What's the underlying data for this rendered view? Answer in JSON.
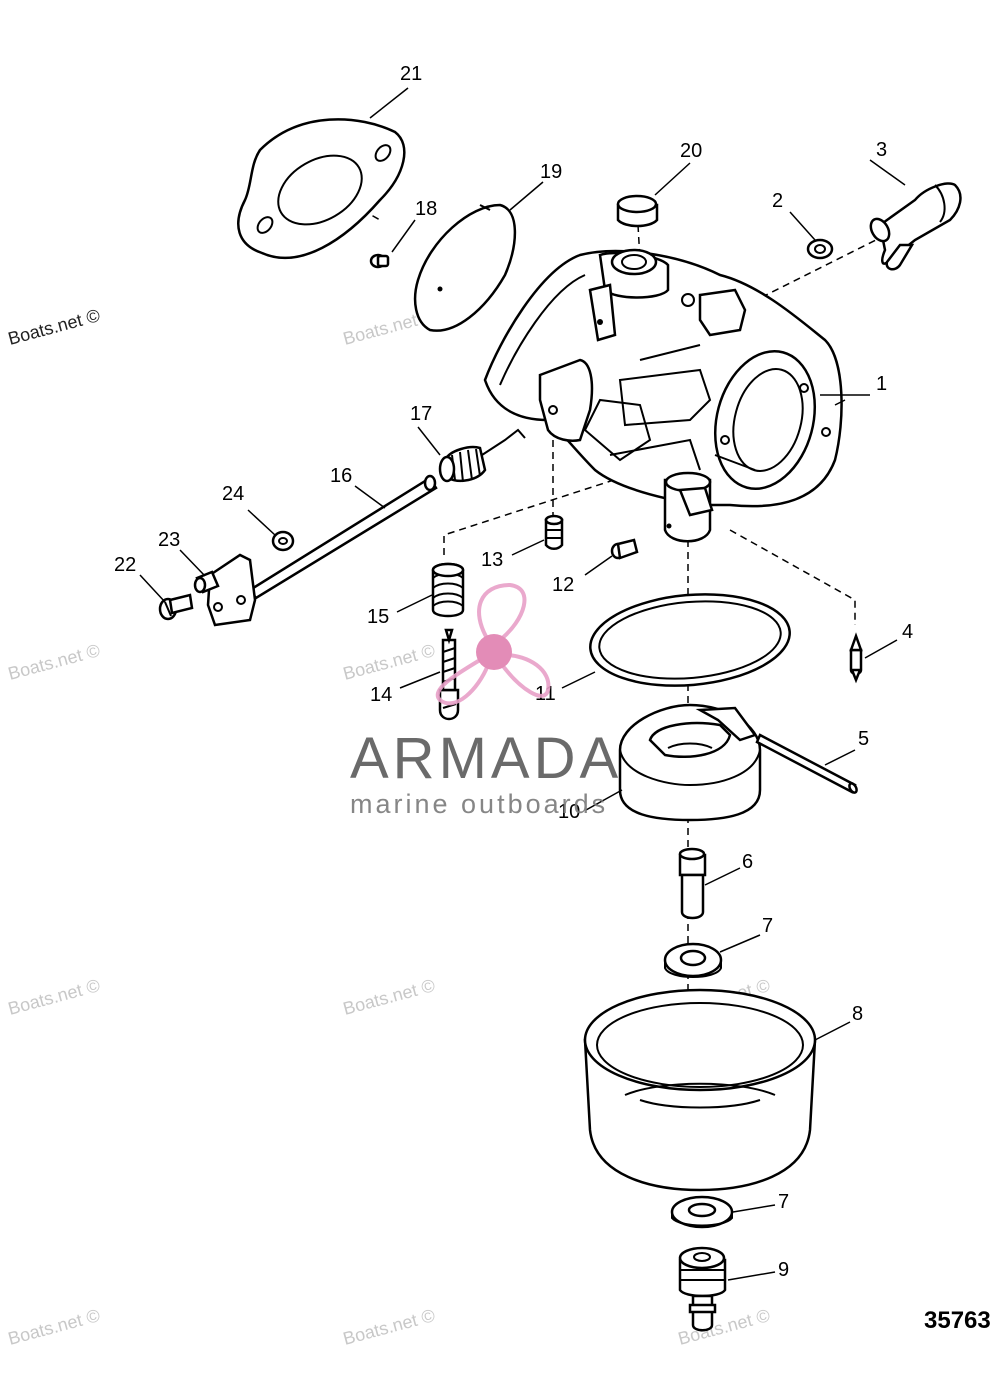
{
  "callouts": [
    {
      "id": "1",
      "label": "1"
    },
    {
      "id": "2",
      "label": "2"
    },
    {
      "id": "3",
      "label": "3"
    },
    {
      "id": "4",
      "label": "4"
    },
    {
      "id": "5",
      "label": "5"
    },
    {
      "id": "6",
      "label": "6"
    },
    {
      "id": "7a",
      "label": "7"
    },
    {
      "id": "7b",
      "label": "7"
    },
    {
      "id": "8",
      "label": "8"
    },
    {
      "id": "9",
      "label": "9"
    },
    {
      "id": "10",
      "label": "10"
    },
    {
      "id": "11",
      "label": "11"
    },
    {
      "id": "12",
      "label": "12"
    },
    {
      "id": "13",
      "label": "13"
    },
    {
      "id": "14",
      "label": "14"
    },
    {
      "id": "15",
      "label": "15"
    },
    {
      "id": "16",
      "label": "16"
    },
    {
      "id": "17",
      "label": "17"
    },
    {
      "id": "18",
      "label": "18"
    },
    {
      "id": "19",
      "label": "19"
    },
    {
      "id": "20",
      "label": "20"
    },
    {
      "id": "21",
      "label": "21"
    },
    {
      "id": "22",
      "label": "22"
    },
    {
      "id": "23",
      "label": "23"
    },
    {
      "id": "24",
      "label": "24"
    }
  ],
  "watermark_text": "Boats.net ©",
  "brand": {
    "name": "ARMADA",
    "tagline": "marine outboards",
    "colors": {
      "propeller": "#e8a0c8",
      "hub": "#e080b0",
      "text": "#5a5a5a"
    }
  },
  "drawing_number": "35763"
}
